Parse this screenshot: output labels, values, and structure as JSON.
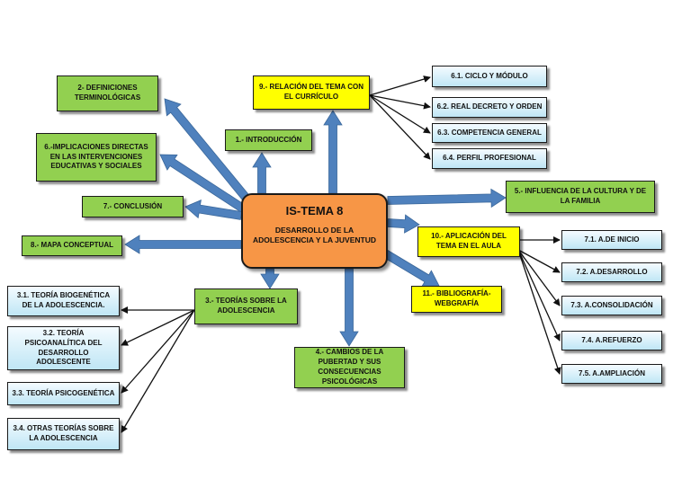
{
  "center": {
    "title": "IS-TEMA 8",
    "subtitle": "DESARROLLO DE LA ADOLESCENCIA Y LA JUVENTUD"
  },
  "nodes": {
    "n1": "1.- INTRODUCCIÓN",
    "n2": "2- DEFINICIONES TERMINOLÓGICAS",
    "n3": "3.- TEORÍAS SOBRE LA ADOLESCENCIA",
    "n4": "4.- CAMBIOS DE LA PUBERTAD Y SUS CONSECUENCIAS PSICOLÓGICAS",
    "n5": "5.- INFLUENCIA DE LA CULTURA Y DE LA FAMILIA",
    "n6": "6.-IMPLICACIONES DIRECTAS EN LAS INTERVENCIONES EDUCATIVAS Y SOCIALES",
    "n7": "7.- CONCLUSIÓN",
    "n8": "8.- MAPA CONCEPTUAL",
    "n9": "9.- RELACIÓN DEL TEMA CON EL CURRÍCULO",
    "n10": "10.- APLICACIÓN DEL TEMA EN EL AULA",
    "n11": "11.- BIBLIOGRAFÍA-WEBGRAFÍA"
  },
  "sub9": [
    "6.1. CICLO Y MÓDULO",
    "6.2. REAL DECRETO Y ORDEN",
    "6.3. COMPETENCIA GENERAL",
    "6.4. PERFIL PROFESIONAL"
  ],
  "sub10": [
    "7.1. A.DE INICIO",
    "7.2. A.DESARROLLO",
    "7.3. A.CONSOLIDACIÓN",
    "7.4. A.REFUERZO",
    "7.5. A.AMPLIACIÓN"
  ],
  "sub3": [
    "3.1. TEORÍA BIOGENÉTICA DE LA ADOLESCENCIA.",
    "3.2. TEORÍA PSICOANALÍTICA DEL DESARROLLO ADOLESCENTE",
    "3.3. TEORÍA PSICOGENÉTICA",
    "3.4. OTRAS TEORÍAS SOBRE LA ADOLESCENCIA"
  ],
  "colors": {
    "green": "#92d050",
    "yellow": "#ffff00",
    "center": "#f79646",
    "arrow": "#4f81bd"
  }
}
